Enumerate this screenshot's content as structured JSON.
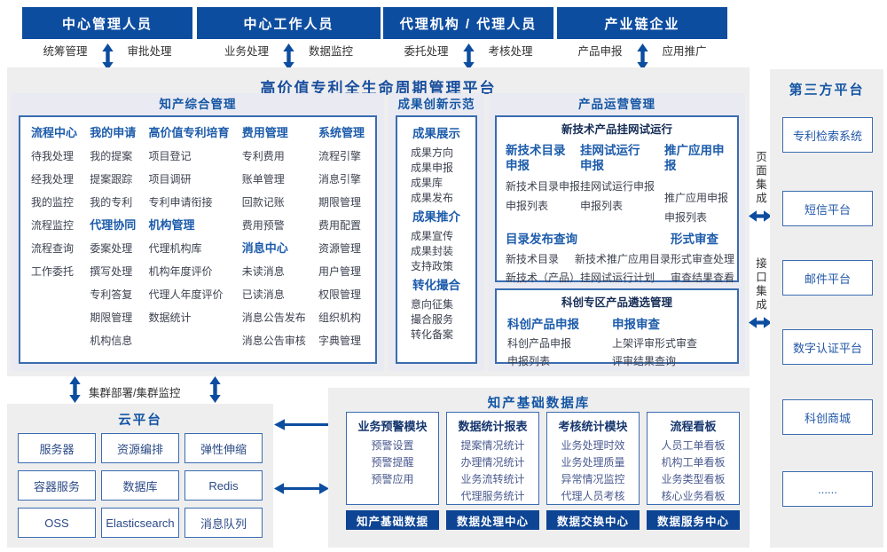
{
  "actors": [
    {
      "title": "中心管理人员",
      "left_label": "统筹管理",
      "right_label": "审批处理"
    },
    {
      "title": "中心工作人员",
      "left_label": "业务处理",
      "right_label": "数据监控"
    },
    {
      "title": "代理机构 / 代理人员",
      "left_label": "委托处理",
      "right_label": "考核处理"
    },
    {
      "title": "产业链企业",
      "left_label": "产品申报",
      "right_label": "应用推广"
    }
  ],
  "platform": {
    "title": "高价值专利全生命周期管理平台",
    "ip_management": {
      "title": "知产综合管理",
      "columns": [
        {
          "groups": [
            {
              "heading": "流程中心",
              "items": [
                "待我处理",
                "经我处理",
                "我的监控",
                "流程监控",
                "流程查询",
                "工作委托"
              ]
            }
          ]
        },
        {
          "groups": [
            {
              "heading": "我的申请",
              "items": [
                "我的提案",
                "提案跟踪",
                "我的专利"
              ]
            },
            {
              "heading": "代理协同",
              "items": [
                "委案处理",
                "撰写处理",
                "专利答复",
                "期限管理",
                "机构信息"
              ]
            }
          ]
        },
        {
          "groups": [
            {
              "heading": "高价值专利培育",
              "items": [
                "项目登记",
                "项目调研",
                "专利申请衔接"
              ]
            },
            {
              "heading": "机构管理",
              "items": [
                "代理机构库",
                "机构年度评价",
                "代理人年度评价",
                "数据统计"
              ]
            }
          ]
        },
        {
          "groups": [
            {
              "heading": "费用管理",
              "items": [
                "专利费用",
                "账单管理",
                "回款记账",
                "费用预警"
              ]
            },
            {
              "heading": "消息中心",
              "items": [
                "未读消息",
                "已读消息",
                "消息公告发布",
                "消息公告审核"
              ]
            }
          ]
        },
        {
          "groups": [
            {
              "heading": "系统管理",
              "items": [
                "流程引擎",
                "消息引擎",
                "期限管理",
                "费用配置",
                "资源管理",
                "用户管理",
                "权限管理",
                "组织机构",
                "字典管理"
              ]
            }
          ]
        }
      ]
    },
    "achievement": {
      "title": "成果创新示范",
      "groups": [
        {
          "heading": "成果展示",
          "items": [
            "成果方向",
            "成果申报",
            "成果库",
            "成果发布"
          ]
        },
        {
          "heading": "成果推介",
          "items": [
            "成果宣传",
            "成果封装",
            "支持政策"
          ]
        },
        {
          "heading": "转化撮合",
          "items": [
            "意向征集",
            "撮合服务",
            "转化备案"
          ]
        }
      ]
    },
    "product_ops": {
      "title": "产品运营管理",
      "trial": {
        "title": "新技术产品挂网试运行",
        "groups": [
          {
            "heading": "新技术目录\n申报",
            "items": [
              "新技术目录申报",
              "申报列表"
            ]
          },
          {
            "heading": "挂网试运行\n申报",
            "items": [
              "挂网试运行申报",
              "申报列表"
            ]
          },
          {
            "heading": "推广应用申报",
            "items": [
              "推广应用申报",
              "申报列表"
            ]
          },
          {
            "heading": "目录发布查询",
            "items": [
              "新技术目录",
              "新技术推广应用目录",
              "新技术（产品）挂网试运行计划"
            ]
          },
          {
            "heading": "形式审查",
            "items": [
              "形式审查处理",
              "审查结果查看"
            ]
          }
        ]
      },
      "selection": {
        "title": "科创专区产品遴选管理",
        "groups": [
          {
            "heading": "科创产品申报",
            "items": [
              "科创产品申报",
              "申报列表"
            ]
          },
          {
            "heading": "申报审查",
            "items": [
              "上架评审形式审查",
              "评审结果查询"
            ]
          }
        ]
      }
    }
  },
  "cluster_label": "集群部署/集群监控",
  "cloud": {
    "title": "云平台",
    "services": [
      "服务器",
      "资源编排",
      "弹性伸缩",
      "容器服务",
      "数据库",
      "Redis",
      "OSS",
      "Elasticsearch",
      "消息队列"
    ]
  },
  "data_base": {
    "title": "知产基础数据库",
    "modules": [
      {
        "heading": "业务预警模块",
        "items": [
          "预警设置",
          "预警提醒",
          "预警应用"
        ],
        "footer": "知产基础数据"
      },
      {
        "heading": "数据统计报表",
        "items": [
          "提案情况统计",
          "办理情况统计",
          "业务流转统计",
          "代理服务统计"
        ],
        "footer": "数据处理中心"
      },
      {
        "heading": "考核统计模块",
        "items": [
          "业务处理时效",
          "业务处理质量",
          "异常情况监控",
          "代理人员考核"
        ],
        "footer": "数据交换中心"
      },
      {
        "heading": "流程看板",
        "items": [
          "人员工单看板",
          "机构工单看板",
          "业务类型看板",
          "核心业务看板"
        ],
        "footer": "数据服务中心"
      }
    ]
  },
  "third_party": {
    "title": "第三方平台",
    "integration_labels": [
      "页面集成",
      "接口集成"
    ],
    "systems": [
      "专利检索系统",
      "短信平台",
      "邮件平台",
      "数字认证平台",
      "科创商城",
      "......"
    ]
  },
  "colors": {
    "primary": "#0d4da0",
    "border": "#3a6cb0",
    "background": "#eeeeef"
  }
}
